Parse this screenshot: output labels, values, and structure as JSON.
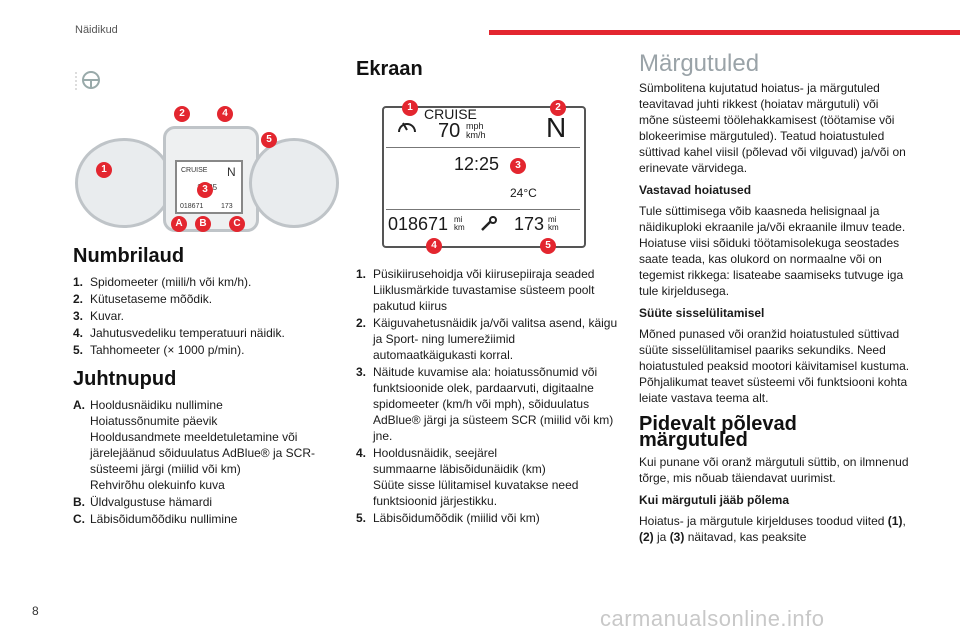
{
  "header": {
    "section": "Näidikud"
  },
  "footer": {
    "page": "8",
    "watermark": "carmanualsonline.info"
  },
  "panel_figure": {
    "callouts": [
      "1",
      "2",
      "3",
      "4",
      "5",
      "A",
      "B",
      "C"
    ]
  },
  "screen_figure": {
    "cruise": "CRUISE",
    "speed": "70",
    "speed_unit_top": "mph",
    "speed_unit_bottom": "km/h",
    "gear": "N",
    "clock": "12:25",
    "temp": "24°C",
    "odometer": "018671",
    "odo_unit_top": "mi",
    "odo_unit_bottom": "km",
    "trip": "173",
    "trip_unit_top": "mi",
    "trip_unit_bottom": "km",
    "callouts": [
      "1",
      "2",
      "3",
      "4",
      "5"
    ]
  },
  "numbrilaud": {
    "title": "Numbrilaud",
    "items": [
      {
        "n": "1.",
        "t": "Spidomeeter (miili/h või km/h)."
      },
      {
        "n": "2.",
        "t": "Kütusetaseme mõõdik."
      },
      {
        "n": "3.",
        "t": "Kuvar."
      },
      {
        "n": "4.",
        "t": "Jahutusvedeliku temperatuuri näidik."
      },
      {
        "n": "5.",
        "t": "Tahhomeeter (× 1000 p/min)."
      }
    ]
  },
  "juhtnupud": {
    "title": "Juhtnupud",
    "items": [
      {
        "n": "A.",
        "t": "Hooldusnäidiku nullimine\nHoiatussõnumite päevik\nHooldusandmete meeldetuletamine või järelejäänud sõiduulatus AdBlue® ja SCR-süsteemi järgi (miilid või km)\nRehvirõhu olekuinfo kuva"
      },
      {
        "n": "B.",
        "t": "Üldvalgustuse hämardi"
      },
      {
        "n": "C.",
        "t": "Läbisõidumõõdiku nullimine"
      }
    ]
  },
  "ekraan": {
    "title": "Ekraan",
    "items": [
      {
        "n": "1.",
        "t": "Püsikiirusehoidja või kiirusepiiraja seaded Liiklusmärkide tuvastamise süsteem poolt pakutud kiirus"
      },
      {
        "n": "2.",
        "t": "Käiguvahetusnäidik ja/või valitsa asend, käigu ja Sport- ning lumerežiimid automaatkäigukasti korral."
      },
      {
        "n": "3.",
        "t": "Näitude kuvamise ala: hoiatussõnumid või funktsioonide olek, pardaarvuti, digitaalne spidomeeter (km/h või mph), sõiduulatus AdBlue® järgi ja süsteem SCR (miilid või km) jne."
      },
      {
        "n": "4.",
        "t": "Hooldusnäidik, seejärel\nsummaarne läbisõidunäidik (km)\nSüüte sisse lülitamisel kuvatakse need funktsioonid järjestikku."
      },
      {
        "n": "5.",
        "t": "Läbisõidumõõdik (miilid või km)"
      }
    ]
  },
  "margutuled": {
    "title": "Märgutuled",
    "intro": "Sümbolitena kujutatud hoiatus- ja märgutuled teavitavad juhti rikkest (hoiatav märgutuli) või mõne süsteemi töölehakkamisest (töötamise või blokeerimise märgutuled). Teatud hoiatustuled süttivad kahel viisil (põlevad või vilguvad) ja/või on erinevate värvidega.",
    "sub1": "Vastavad hoiatused",
    "p1": "Tule süttimisega võib kaasneda helisignaal ja näidikuploki ekraanile ja/või ekraanile ilmuv teade.\nHoiatuse viisi sõiduki töötamisolekuga seostades saate teada, kas olukord on normaalne või on tegemist rikkega: lisateabe saamiseks tutvuge iga tule kirjeldusega.",
    "sub2": "Süüte sisselülitamisel",
    "p2": "Mõned punased või oranžid hoiatustuled süttivad süüte sisselülitamisel paariks sekundiks. Need hoiatustuled peaksid mootori käivitamisel kustuma.\nPõhjalikumat teavet süsteemi või funktsiooni kohta leiate vastava teema alt."
  },
  "pidevalt": {
    "title": "Pidevalt põlevad märgutuled",
    "p1": "Kui punane või oranž märgutuli süttib, on ilmnenud tõrge, mis nõuab täiendavat uurimist.",
    "sub1": "Kui märgutuli jääb põlema",
    "p2_a": "Hoiatus- ja märgutule kirjelduses toodud viited ",
    "ref1": "(1)",
    "p2_b": ", ",
    "ref2": "(2)",
    "p2_c": " ja ",
    "ref3": "(3)",
    "p2_d": " näitavad, kas peaksite"
  },
  "colors": {
    "accent": "#e3262f",
    "watermark": "#c8c8c8"
  }
}
